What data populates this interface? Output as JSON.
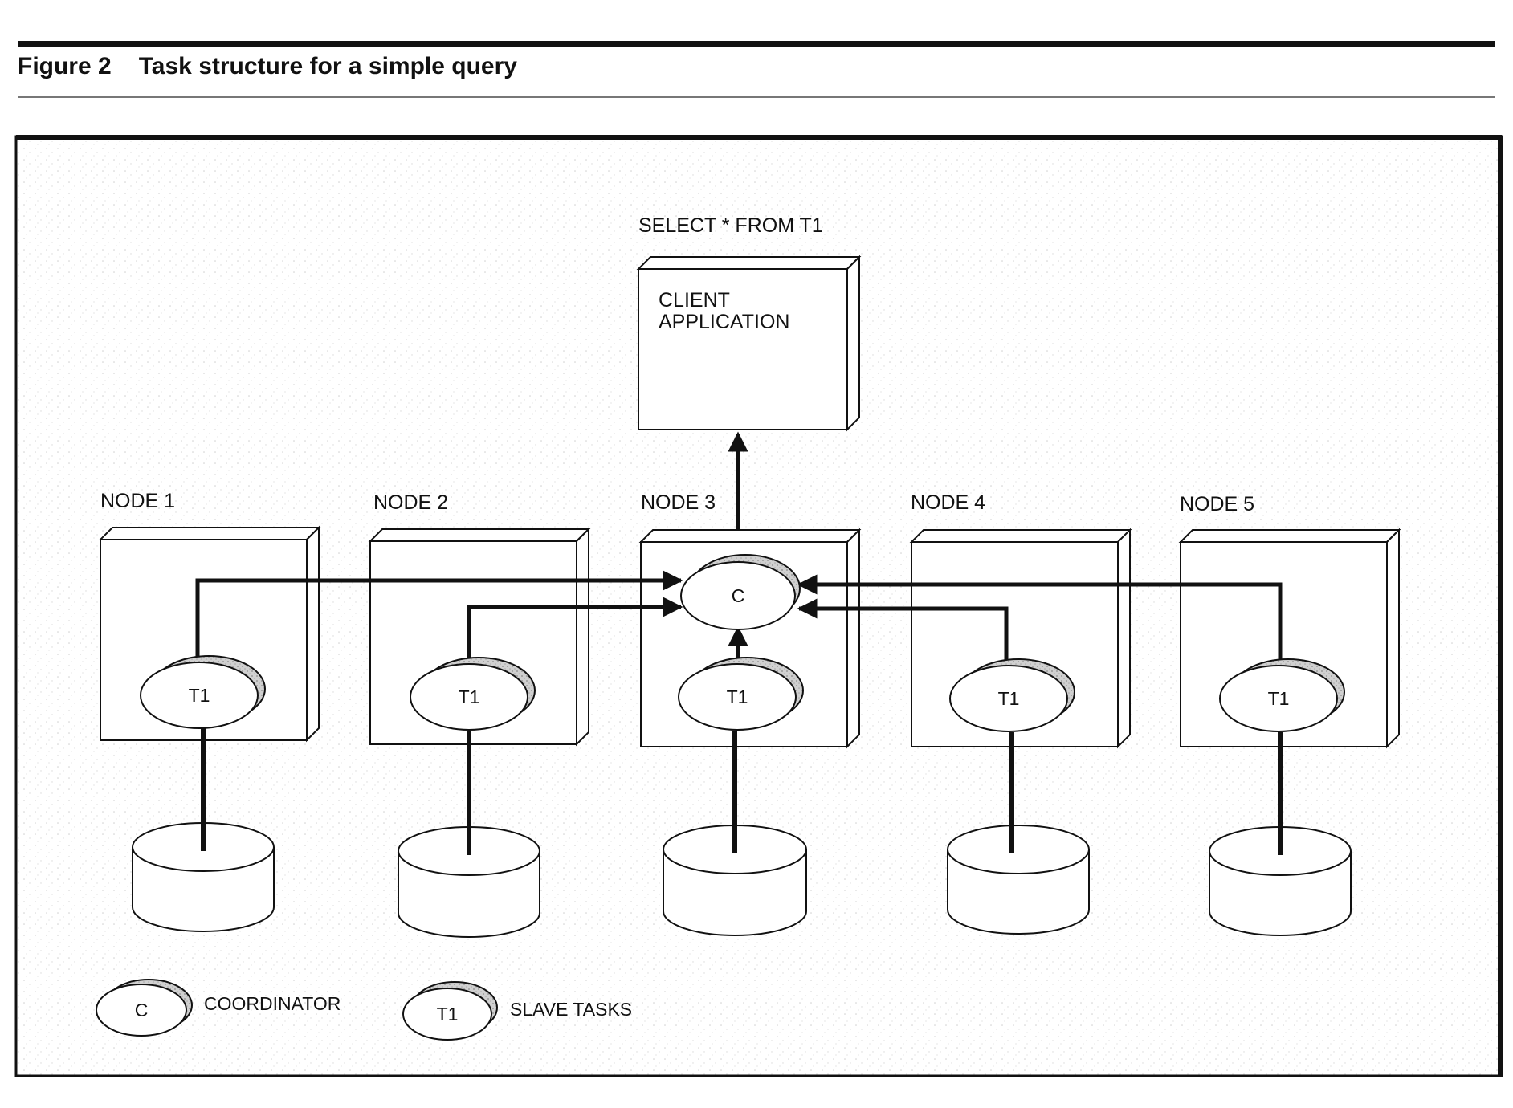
{
  "caption": {
    "number": "Figure 2",
    "title": "Task structure for a simple query"
  },
  "query": "SELECT * FROM T1",
  "client": {
    "line1": "CLIENT",
    "line2": "APPLICATION"
  },
  "nodes": [
    {
      "label": "NODE 1",
      "task": "T1"
    },
    {
      "label": "NODE 2",
      "task": "T1"
    },
    {
      "label": "NODE 3",
      "task": "T1",
      "coordinator": "C"
    },
    {
      "label": "NODE 4",
      "task": "T1"
    },
    {
      "label": "NODE 5",
      "task": "T1"
    }
  ],
  "legend": {
    "coordinator_symbol": "C",
    "coordinator_label": "COORDINATOR",
    "slave_symbol": "T1",
    "slave_label": "SLAVE TASKS"
  },
  "colors": {
    "ink": "#111111",
    "paper": "#ffffff",
    "shadow": "#bfbfbf",
    "speckle": "#e6e6e6"
  }
}
